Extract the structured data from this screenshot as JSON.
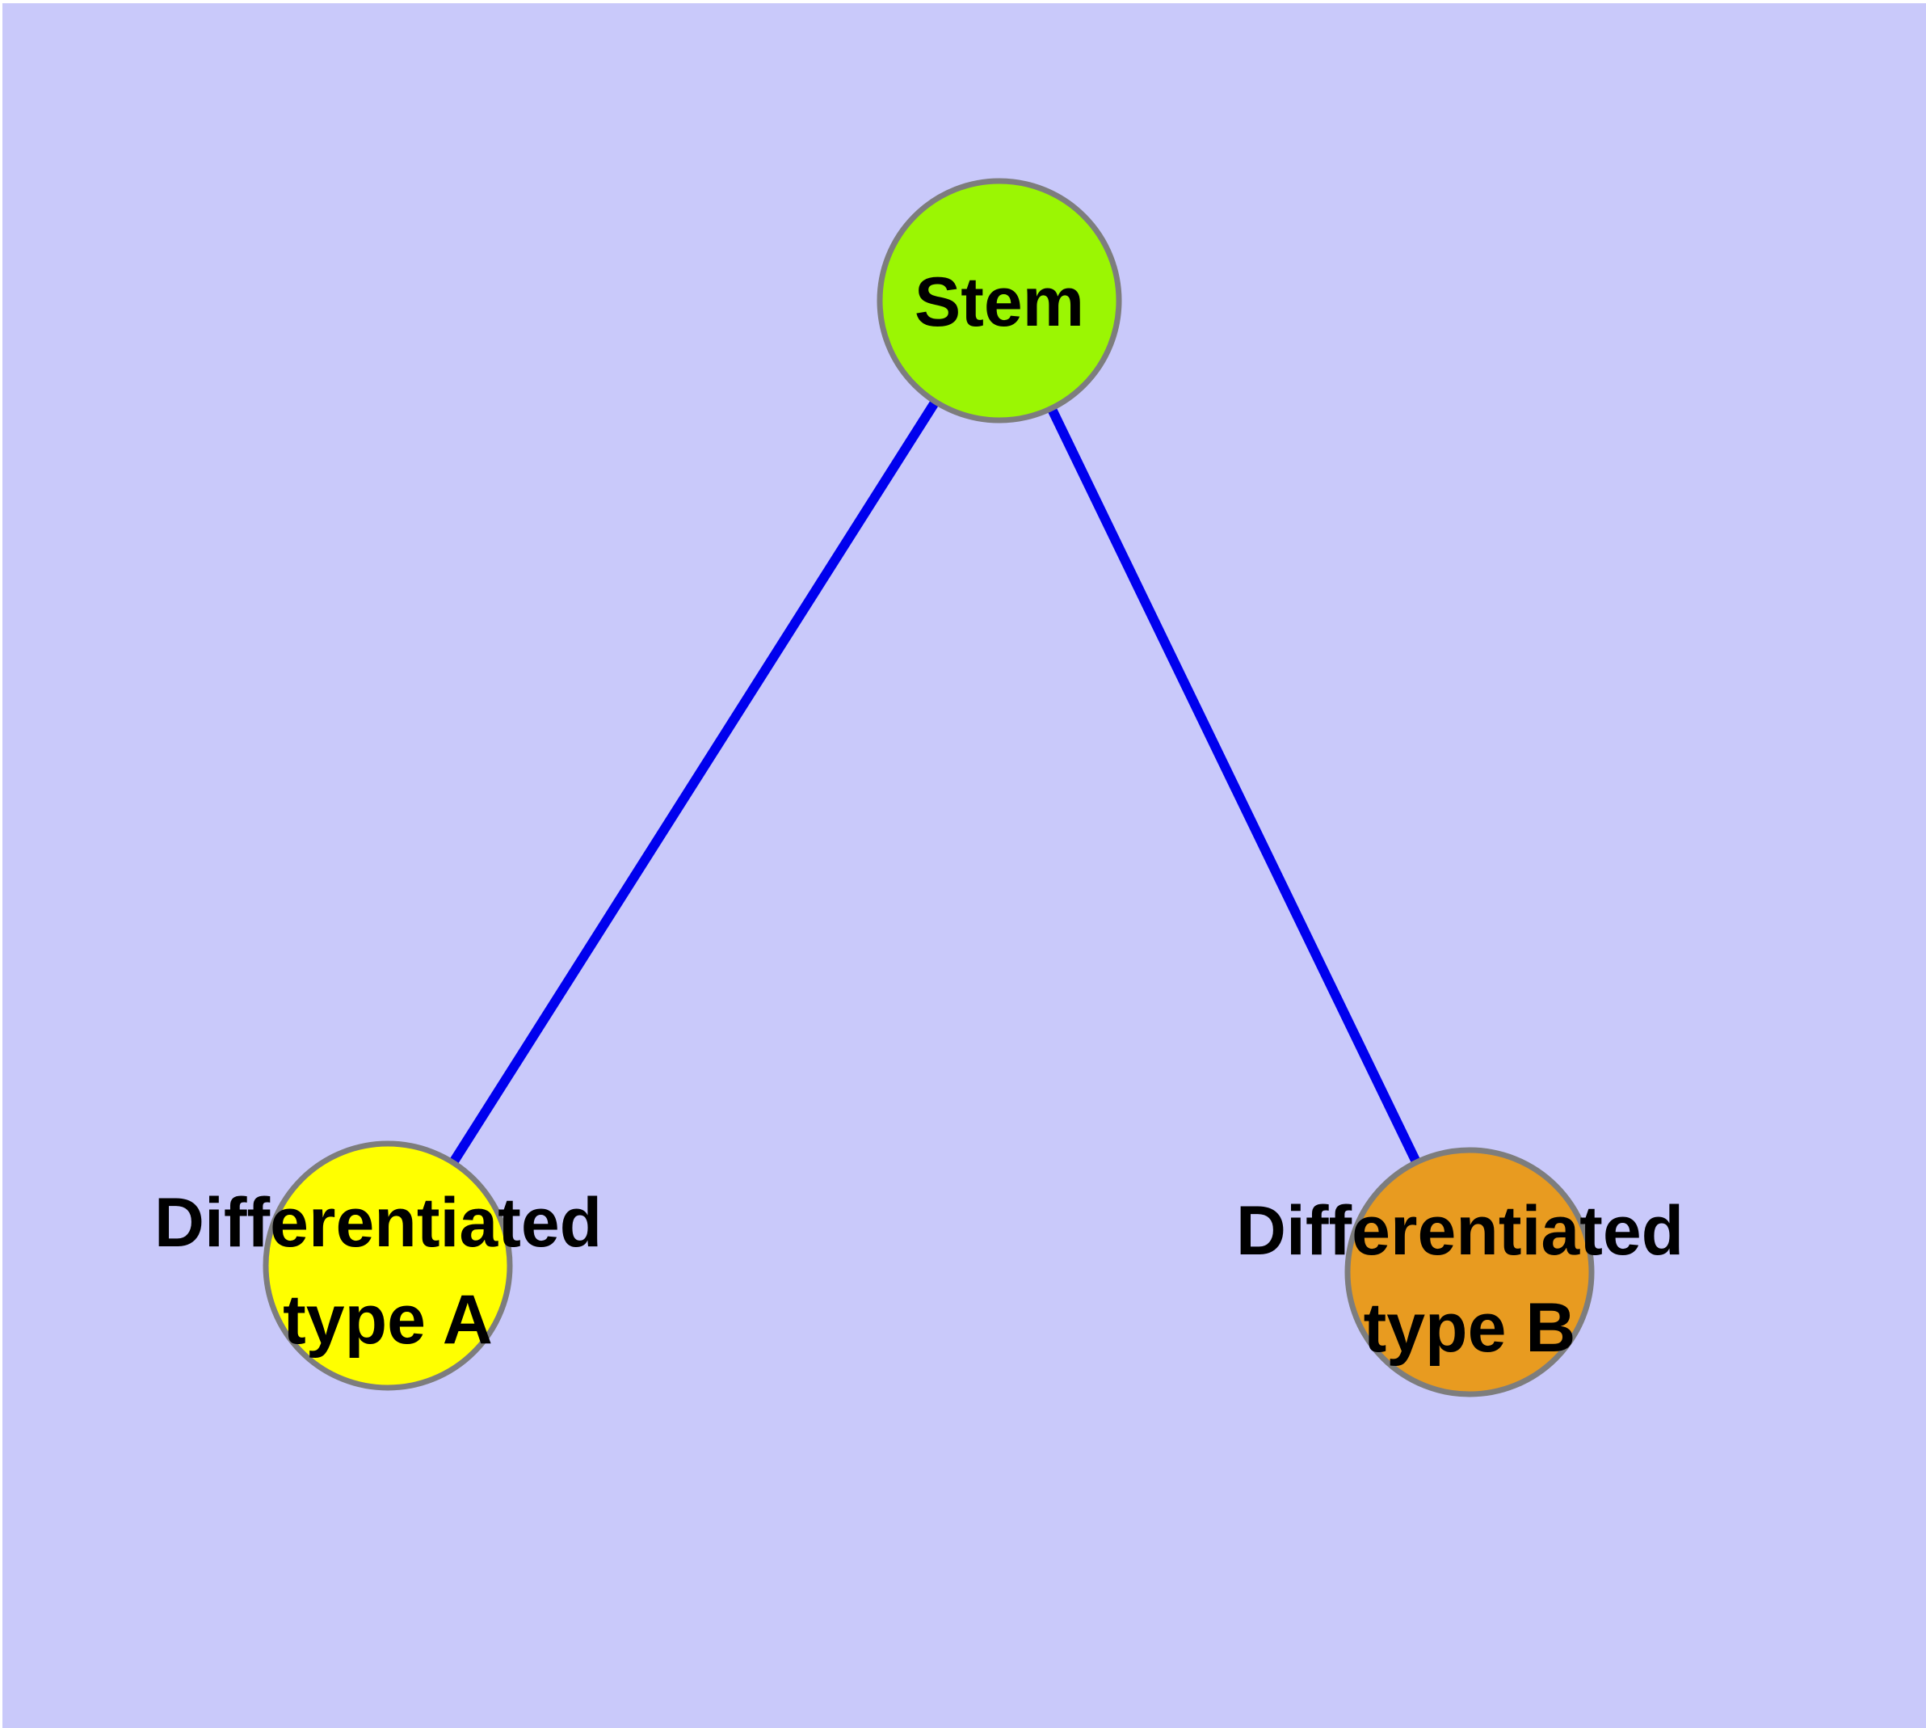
{
  "diagram": {
    "title": "",
    "background_color": "#c9c9fa",
    "margin_color": "#ffffff",
    "edge_color": "#0000ee",
    "node_border_color": "#7d7d7d",
    "label_color": "#000000",
    "nodes": [
      {
        "id": "stem",
        "label": "Stem",
        "color": "#9bf603"
      },
      {
        "id": "typeA",
        "label_line1": "Differentiated",
        "label_line2": "type A",
        "color": "#ffff00"
      },
      {
        "id": "typeB",
        "label_line1": "Differentiated",
        "label_line2": "type B",
        "color": "#e89b20"
      }
    ],
    "edges": [
      {
        "from": "Stem",
        "to": "Differentiated type A"
      },
      {
        "from": "Stem",
        "to": "Differentiated type B"
      }
    ]
  }
}
